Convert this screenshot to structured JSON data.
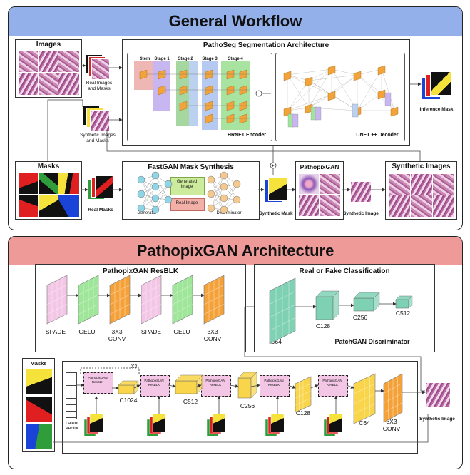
{
  "general": {
    "title": "General Workflow",
    "images_title": "Images",
    "real_images_and_masks": "Real Images\nand Masks",
    "synthetic_images_and_masks": "Synthetic Images\nand Masks",
    "pathoseg_title": "PathoSeg Segmentation Architecture",
    "stem": "Stem",
    "stage1": "Stage 1",
    "stage2": "Stage 2",
    "stage3": "Stage 3",
    "stage4": "Stage 4",
    "hrnet_encoder": "HRNET Encoder",
    "unet_decoder": "UNET ++ Decoder",
    "inference_mask": "Inference Mask",
    "masks_title": "Masks",
    "real_masks": "Real Masks",
    "fastgan_title": "FastGAN Mask Synthesis",
    "generated_image": "Generated\nImage",
    "real_image": "Real Image",
    "generator": "Generator",
    "discriminator": "Discriminator",
    "synthetic_mask": "Synthetic Mask",
    "pathopixgan_small": "PathopixGAN",
    "synthetic_image": "Synthetic Image",
    "synthetic_images_title": "Synthetic Images",
    "plus": "+"
  },
  "arch": {
    "title": "PathopixGAN Architecture",
    "resblk_title": "PathopixGAN ResBLK",
    "resblk_labels": [
      "SPADE",
      "GELU",
      "3X3\nCONV",
      "SPADE",
      "GELU",
      "3X3\nCONV"
    ],
    "classification_title": "Real or Fake Classification",
    "c64": "C64",
    "c128": "C128",
    "c256": "C256",
    "c512": "C512",
    "patchgan": "PatchGAN Discriminator",
    "masks_title": "Masks",
    "x3": "X3",
    "latent_vector": "Latent\nVector",
    "resblk_block": "PathopixGAN\nResBLK",
    "gen_labels": [
      "C1024",
      "C512",
      "C256",
      "C128",
      "C64",
      "3X3\nCONV"
    ],
    "synthetic_image": "Synthetic Image"
  },
  "colors": {
    "banner_top": "#94b0eb",
    "banner_bottom": "#ee9a99",
    "spade": "#f3c6e6",
    "gelu": "#9fe69a",
    "conv": "#f5a13a",
    "disc": "#7fd1b4",
    "yellow": "#f8d54a"
  }
}
